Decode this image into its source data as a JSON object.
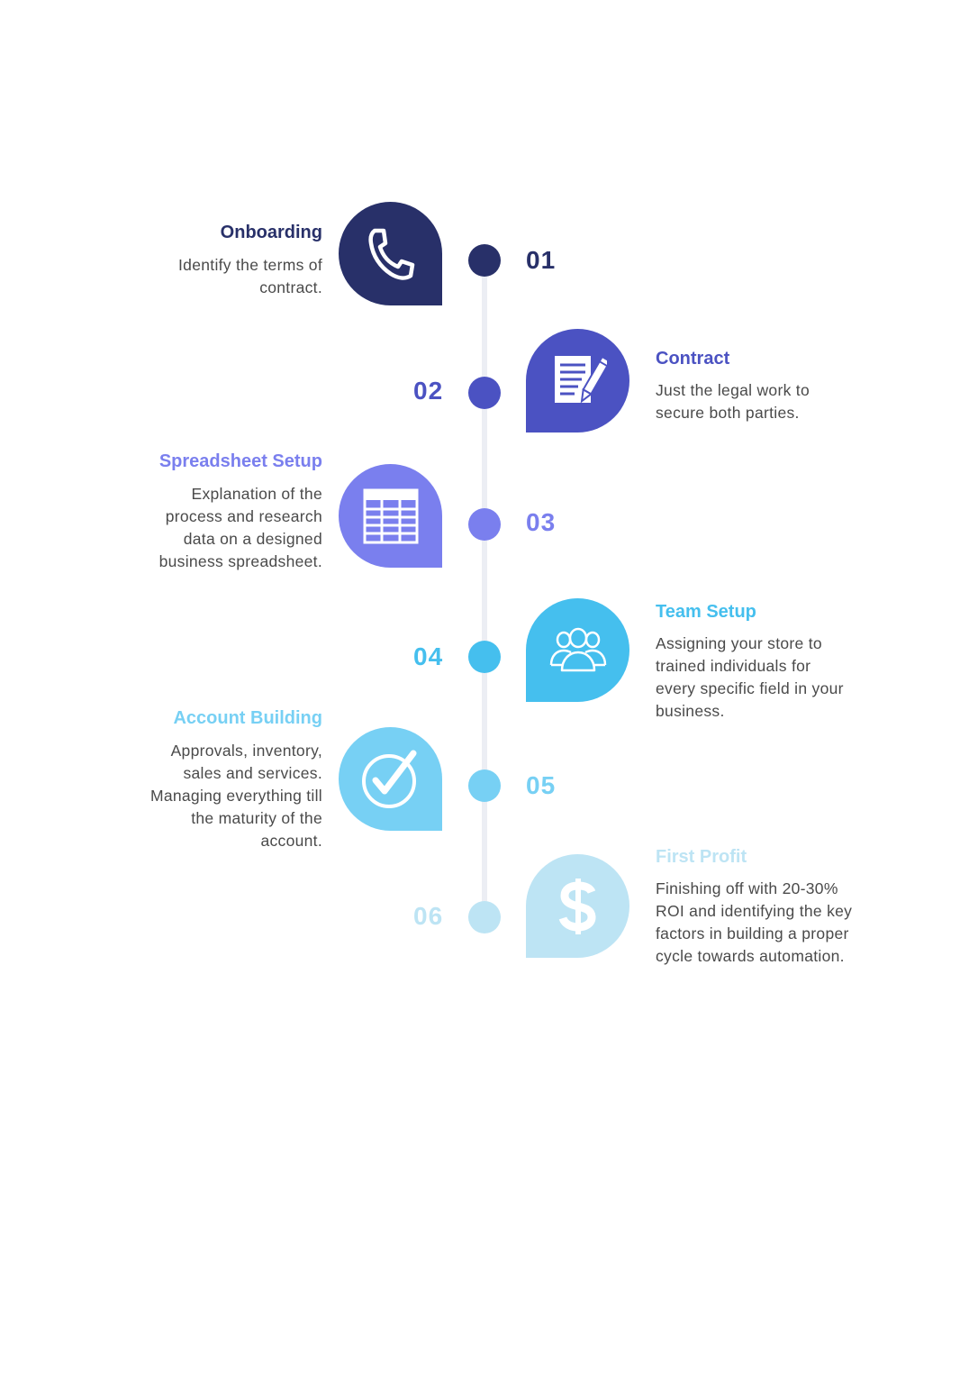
{
  "steps": [
    {
      "number": "01",
      "title": "Onboarding",
      "description_lines": [
        "Identify the terms of",
        "contract."
      ],
      "icon": "phone-icon",
      "color": "#283069"
    },
    {
      "number": "02",
      "title": "Contract",
      "description_lines": [
        "Just the legal work to",
        "secure both parties."
      ],
      "icon": "document-pen-icon",
      "color": "#4b52c2"
    },
    {
      "number": "03",
      "title": "Spreadsheet Setup",
      "description_lines": [
        "Explanation of the",
        "process and research",
        "data on a designed",
        "business spreadsheet."
      ],
      "icon": "spreadsheet-icon",
      "color": "#7a7fee"
    },
    {
      "number": "04",
      "title": "Team Setup",
      "description_lines": [
        "Assigning your store to",
        "trained individuals for",
        "every specific field in your",
        "business."
      ],
      "icon": "team-icon",
      "color": "#45bfee"
    },
    {
      "number": "05",
      "title": "Account Building",
      "description_lines": [
        "Approvals, inventory,",
        "sales and services.",
        "Managing everything till",
        "the maturity of the",
        "account."
      ],
      "icon": "checkmark-icon",
      "color": "#77d0f4"
    },
    {
      "number": "06",
      "title": "First Profit",
      "description_lines": [
        "Finishing off with 20-30%",
        "ROI and identifying the key",
        "factors in building a proper",
        "cycle towards automation."
      ],
      "icon": "dollar-icon",
      "color": "#bde4f4"
    }
  ],
  "timeline_line_color": "#eceef4",
  "description_color": "#4a4a4a"
}
